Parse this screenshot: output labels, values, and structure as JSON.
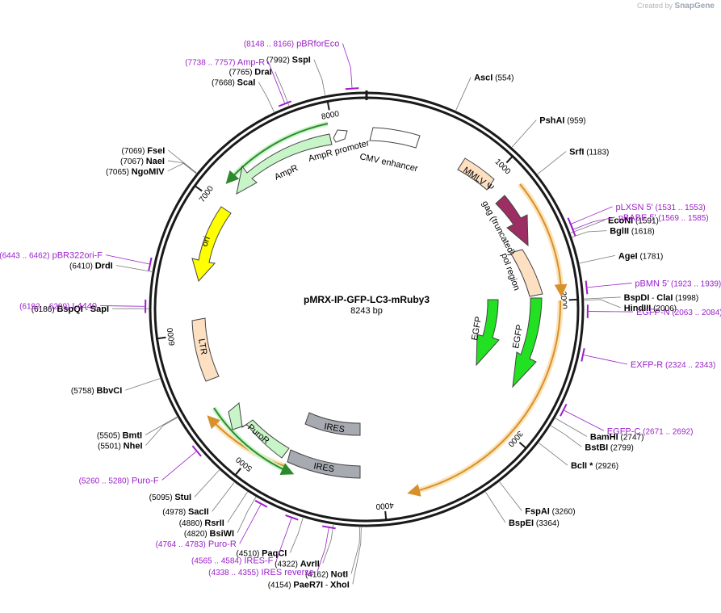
{
  "header": {
    "credit_prefix": "Created by",
    "credit_brand": "SnapGene"
  },
  "plasmid": {
    "name": "pMRX-IP-GFP-LC3-mRuby3",
    "size_label": "8243 bp",
    "total_bp": 8243
  },
  "ticks": [
    {
      "bp": 1000,
      "label": "1000"
    },
    {
      "bp": 2000,
      "label": "2000"
    },
    {
      "bp": 3000,
      "label": "3000"
    },
    {
      "bp": 4000,
      "label": "4000"
    },
    {
      "bp": 5000,
      "label": "5000"
    },
    {
      "bp": 6000,
      "label": "6000"
    },
    {
      "bp": 7000,
      "label": "7000"
    },
    {
      "bp": 8000,
      "label": "8000"
    }
  ],
  "sites": [
    {
      "name": "AscI",
      "pos": "(554)",
      "bp": 554
    },
    {
      "name": "PshAI",
      "pos": "(959)",
      "bp": 959
    },
    {
      "name": "SrfI",
      "pos": "(1183)",
      "bp": 1183
    },
    {
      "name": "EcoNI",
      "pos": "(1591)",
      "bp": 1591
    },
    {
      "name": "BglII",
      "pos": "(1618)",
      "bp": 1618
    },
    {
      "name": "AgeI",
      "pos": "(1781)",
      "bp": 1781
    },
    {
      "name": "BspDI",
      "sep": " - ",
      "name2": "ClaI",
      "pos": "(1998)",
      "bp": 1998
    },
    {
      "name": "HindIII",
      "pos": "(2006)",
      "bp": 2006
    },
    {
      "name": "BamHI",
      "pos": "(2747)",
      "bp": 2747
    },
    {
      "name": "BstBI",
      "pos": "(2799)",
      "bp": 2799
    },
    {
      "name": "BclI *",
      "pos": "(2926)",
      "bp": 2926
    },
    {
      "name": "FspAI",
      "pos": "(3260)",
      "bp": 3260
    },
    {
      "name": "BspEI",
      "pos": "(3364)",
      "bp": 3364
    },
    {
      "name": "PaeR7I",
      "sep": " - ",
      "name2": "XhoI",
      "pos": "(4154)",
      "bp": 4154
    },
    {
      "name": "NotI",
      "pos": "(4162)",
      "bp": 4162
    },
    {
      "name": "AvrII",
      "pos": "(4322)",
      "bp": 4322
    },
    {
      "name": "PaqCI",
      "pos": "(4510)",
      "bp": 4510
    },
    {
      "name": "BsiWI",
      "pos": "(4820)",
      "bp": 4820
    },
    {
      "name": "RsrII",
      "pos": "(4880)",
      "bp": 4880
    },
    {
      "name": "SacII",
      "pos": "(4978)",
      "bp": 4978
    },
    {
      "name": "StuI",
      "pos": "(5095)",
      "bp": 5095
    },
    {
      "name": "NheI",
      "pos": "(5501)",
      "bp": 5501
    },
    {
      "name": "BmtI",
      "pos": "(5505)",
      "bp": 5505
    },
    {
      "name": "BbvCI",
      "pos": "(5758)",
      "bp": 5758
    },
    {
      "name": "BspQI",
      "sep": " - ",
      "name2": "SapI",
      "pos": "(6186)",
      "bp": 6186
    },
    {
      "name": "DrdI",
      "pos": "(6410)",
      "bp": 6410
    },
    {
      "name": "NgoMIV",
      "pos": "(7065)",
      "bp": 7065
    },
    {
      "name": "NaeI",
      "pos": "(7067)",
      "bp": 7067
    },
    {
      "name": "FseI",
      "pos": "(7069)",
      "bp": 7069
    },
    {
      "name": "ScaI",
      "pos": "(7668)",
      "bp": 7668
    },
    {
      "name": "DraI",
      "pos": "(7765)",
      "bp": 7765
    },
    {
      "name": "SspI",
      "pos": "(7992)",
      "bp": 7992
    }
  ],
  "primers": [
    {
      "name": "pBRforEco",
      "range": "(8148 .. 8166)",
      "bp": 8157
    },
    {
      "name": "pLXSN 5'",
      "range": "(1531 .. 1553)",
      "bp": 1542
    },
    {
      "name": "pBABE 5'",
      "range": "(1569 .. 1585)",
      "bp": 1577
    },
    {
      "name": "pBMN 5'",
      "range": "(1923 .. 1939)",
      "bp": 1931
    },
    {
      "name": "EGFP-N",
      "range": "(2063 .. 2084)",
      "bp": 2073
    },
    {
      "name": "EXFP-R",
      "range": "(2324 .. 2343)",
      "bp": 2333
    },
    {
      "name": "EGFP-C",
      "range": "(2671 .. 2692)",
      "bp": 2681
    },
    {
      "name": "Puro-F",
      "range": "(5260 .. 5280)",
      "bp": 5270
    },
    {
      "name": "Puro-R",
      "range": "(4764 .. 4783)",
      "bp": 4773
    },
    {
      "name": "IRES-F",
      "range": "(4565 .. 4584)",
      "bp": 4574
    },
    {
      "name": "IRES reverse",
      "range": "(4338 .. 4355)",
      "bp": 4346
    },
    {
      "name": "L4440",
      "range": "(6192 .. 6209)",
      "bp": 6200
    },
    {
      "name": "pBR322ori-F",
      "range": "(6443 .. 6462)",
      "bp": 6452
    },
    {
      "name": "Amp-R",
      "range": "(7738 .. 7757)",
      "bp": 7747
    }
  ],
  "features": [
    {
      "name": "MMLV Ψ",
      "color": "#fde0c2"
    },
    {
      "name": "gag (truncated)",
      "color": "#9c2e63"
    },
    {
      "name": "pol region",
      "color": "#fde0c2"
    },
    {
      "name": "EGFP",
      "color": "#22e022"
    },
    {
      "name": "EGFP",
      "color": "#22e022"
    },
    {
      "name": "IRES",
      "color": "#a7aab0"
    },
    {
      "name": "IRES",
      "color": "#a7aab0"
    },
    {
      "name": "PuroR",
      "color": "#c8f5c8"
    },
    {
      "name": "LTR",
      "color": "#fde0c2"
    },
    {
      "name": "ori",
      "color": "#ffff00"
    },
    {
      "name": "AmpR",
      "color": "#c8f5c8"
    },
    {
      "name": "AmpR promoter",
      "color": "#ffffff"
    },
    {
      "name": "CMV enhancer",
      "color": "#ffffff"
    }
  ],
  "colors": {
    "primer": "#9b1fc9",
    "orf_orange": "#d7902a",
    "orf_green": "#2c8a2c",
    "backbone": "#1a1a1a"
  }
}
